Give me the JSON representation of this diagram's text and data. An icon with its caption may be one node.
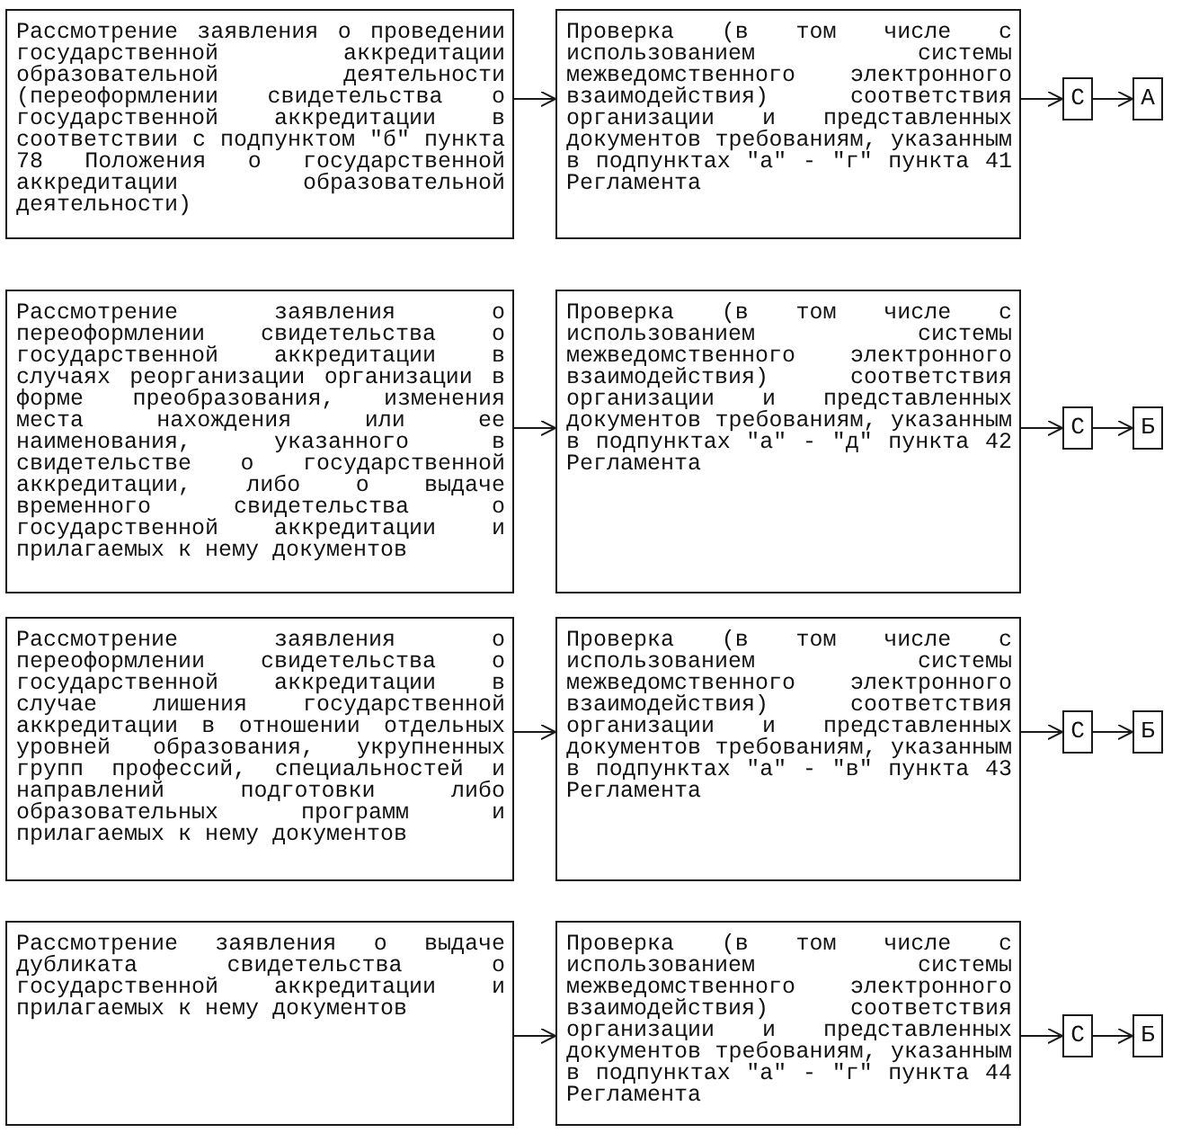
{
  "diagram": {
    "nodes": [
      {
        "text": [
          "Рассмотрение заявления о проведении государственной аккредитации образовательной деятельности (переоформлении свидетельства о государственной аккредитации в соответствии с подпунктом \"б\" пункта 78 Положения о государственной аккредитации образовательной деятельности)"
        ]
      },
      {
        "text": [
          "Проверка (в том числе с использованием системы межведомственного электронного взаимодействия) соответствия организации и представленных документов требованиям, указанным в подпунктах \"а\" - \"г\" пункта 41 Регламента"
        ]
      },
      {
        "text": [
          "С"
        ]
      },
      {
        "text": [
          "А"
        ]
      },
      {
        "text": [
          "Рассмотрение заявления о переоформлении свидетельства о государственной аккредитации в случаях реорганизации организации в форме преобразования, изменения места нахождения или ее наименования, указанного в свидетельстве о государственной аккредитации, либо о выдаче временного свидетельства о государственной аккредитации и прилагаемых к нему документов"
        ]
      },
      {
        "text": [
          "Проверка (в том числе с использованием системы межведомственного электронного взаимодействия) соответствия организации и представленных документов требованиям, указанным в подпунктах \"а\" - \"д\" пункта 42 Регламента"
        ]
      },
      {
        "text": [
          "С"
        ]
      },
      {
        "text": [
          "Б"
        ]
      },
      {
        "text": [
          "Рассмотрение заявления о переоформлении свидетельства о государственной аккредитации в случае лишения государственной аккредитации в отношении отдельных уровней образования, укрупненных групп профессий, специальностей и направлений подготовки либо образовательных программ и прилагаемых к нему документов"
        ]
      },
      {
        "text": [
          "Проверка (в том числе с использованием системы межведомственного электронного взаимодействия) соответствия организации и представленных документов требованиям, указанным в подпунктах \"а\" - \"в\" пункта 43 Регламента"
        ]
      },
      {
        "text": [
          "С"
        ]
      },
      {
        "text": [
          "Б"
        ]
      },
      {
        "text": [
          "Рассмотрение заявления о выдаче дубликата свидетельства о государственной аккредитации и прилагаемых к нему документов"
        ]
      },
      {
        "text": [
          "Проверка (в том числе с использованием системы межведомственного электронного взаимодействия) соответствия организации и представленных документов требованиям, указанным в подпунктах \"а\" - \"г\" пункта 44 Регламента"
        ]
      },
      {
        "text": [
          "С"
        ]
      },
      {
        "text": [
          "Б"
        ]
      }
    ],
    "edges": [
      {
        "from": 0,
        "to": 1,
        "arrow": "to"
      },
      {
        "from": 1,
        "to": 2,
        "arrow": "to"
      },
      {
        "from": 2,
        "to": 3,
        "arrow": "to"
      },
      {
        "from": 4,
        "to": 5,
        "arrow": "to"
      },
      {
        "from": 5,
        "to": 6,
        "arrow": "to"
      },
      {
        "from": 6,
        "to": 7,
        "arrow": "to"
      },
      {
        "from": 8,
        "to": 9,
        "arrow": "to"
      },
      {
        "from": 9,
        "to": 10,
        "arrow": "to"
      },
      {
        "from": 10,
        "to": 11,
        "arrow": "to"
      },
      {
        "from": 12,
        "to": 13,
        "arrow": "to"
      },
      {
        "from": 13,
        "to": 14,
        "arrow": "to"
      },
      {
        "from": 14,
        "to": 15,
        "arrow": "to"
      }
    ]
  }
}
